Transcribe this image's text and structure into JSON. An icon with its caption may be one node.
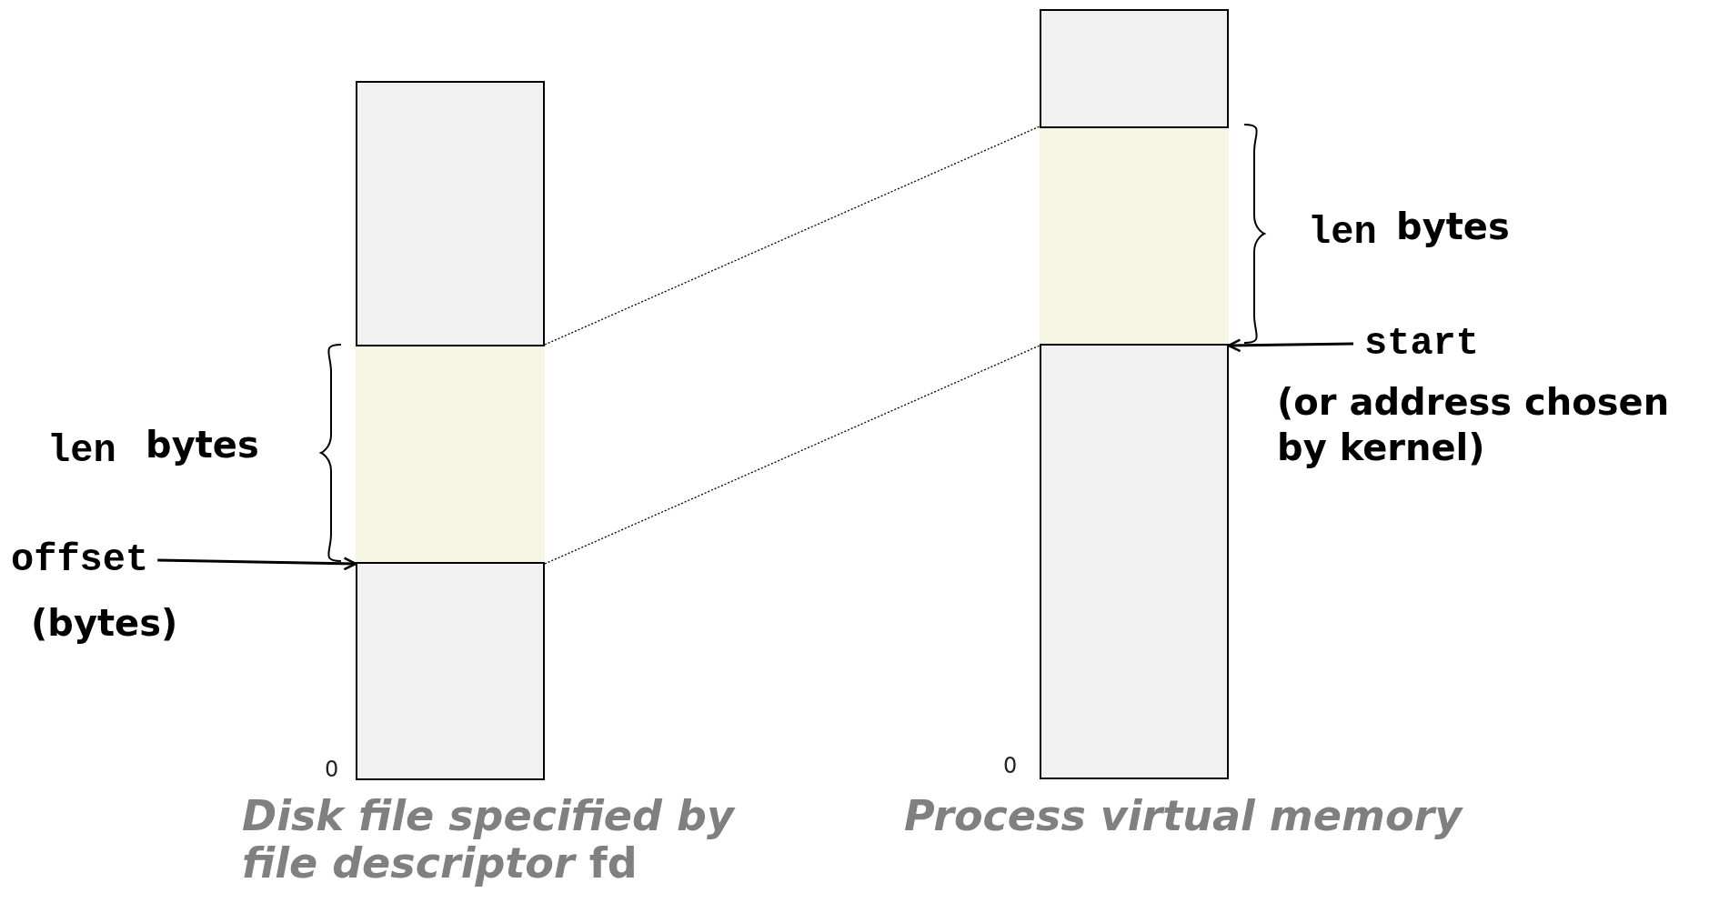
{
  "diagram": {
    "nodes": [
      {
        "text": [],
        "shape": "box",
        "beside": [
          "*Disk file specified by file descriptor* **fd**"
        ]
      },
      {
        "text": [],
        "shape": "box",
        "in": 0
      },
      {
        "text": [],
        "shape": "box",
        "beside": [
          "*Process virtual memory*"
        ]
      },
      {
        "text": [],
        "shape": "box",
        "in": 2
      },
      {
        "text": [
          "offset"
        ],
        "beside": [
          "(bytes)"
        ]
      },
      {
        "text": [
          "start"
        ],
        "beside": [
          "(or address chosen by kernel)"
        ]
      }
    ],
    "edges": [
      {
        "from": 1,
        "to": 3,
        "arrow": "none",
        "style": "dashed"
      },
      {
        "from": 1,
        "to": 3,
        "arrow": "none",
        "style": "dashed"
      },
      {
        "from": 4,
        "to": 1,
        "arrow": "to"
      },
      {
        "from": 5,
        "to": 3,
        "arrow": "to"
      }
    ],
    "labels": [
      "len",
      "bytes",
      "len",
      "bytes",
      "0",
      "0"
    ]
  }
}
